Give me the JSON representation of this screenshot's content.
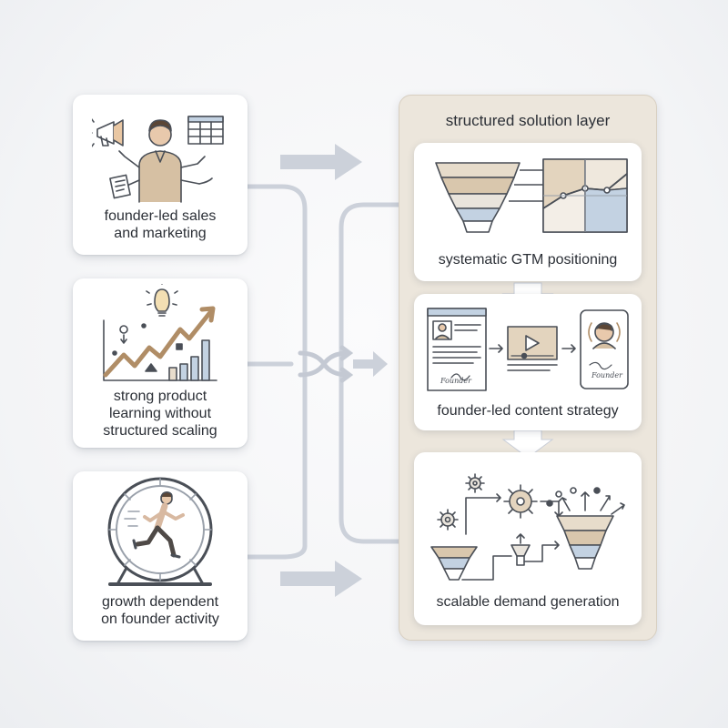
{
  "left_cards": [
    {
      "label_line1": "founder-led sales",
      "label_line2": "and marketing",
      "icon": "founder-multitasking-icon"
    },
    {
      "label_line1": "strong product",
      "label_line2": "learning without",
      "label_line3": "structured scaling",
      "icon": "growth-chart-lightbulb-icon"
    },
    {
      "label_line1": "growth dependent",
      "label_line2": "on founder activity",
      "icon": "hamster-wheel-runner-icon"
    }
  ],
  "panel": {
    "title": "structured solution layer",
    "steps": [
      {
        "label": "systematic GTM positioning",
        "icon": "funnel-positioning-map-icon"
      },
      {
        "label": "founder-led content strategy",
        "icon": "content-video-profile-icon"
      },
      {
        "label": "scalable demand generation",
        "icon": "gears-funnel-growth-icon"
      }
    ]
  },
  "signature_text": "Founder",
  "colors": {
    "card_bg": "#ffffff",
    "panel_bg": "#ece6dc",
    "connector": "#c9ced8",
    "funnel_beige": "#d9c7ad",
    "funnel_blue": "#c3d2e2",
    "stroke": "#4a4f57"
  }
}
